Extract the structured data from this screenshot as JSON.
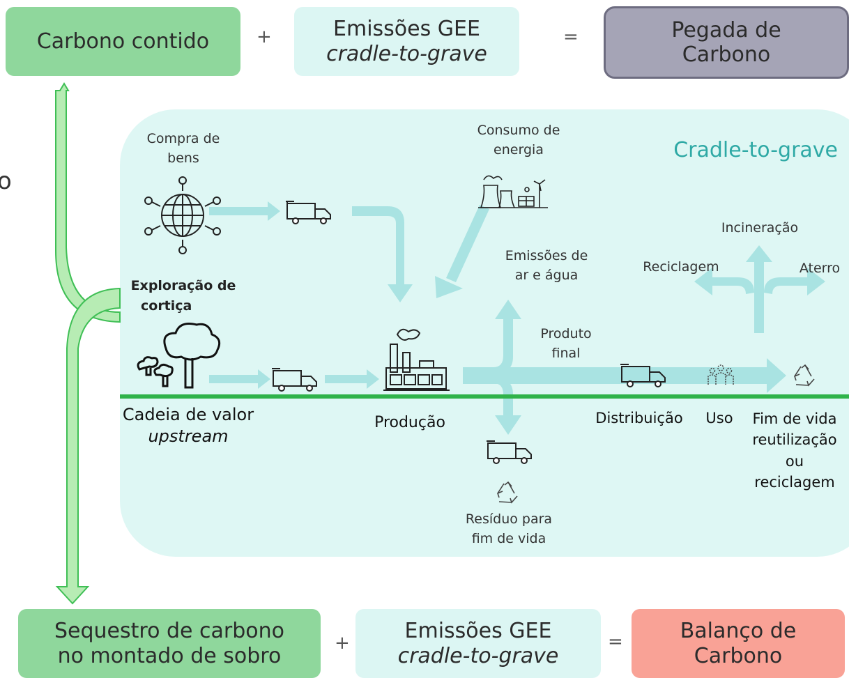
{
  "top": {
    "box1": "Carbono contido",
    "plus": "+",
    "box2_line1": "Emissões GEE",
    "box2_line2": "cradle-to-grave",
    "equals": "=",
    "box3_line1": "Pegada de",
    "box3_line2": "Carbono"
  },
  "bottom": {
    "box1_line1": "Sequestro de carbono",
    "box1_line2": "no montado de sobro",
    "plus": "+",
    "box2_line1": "Emissões GEE",
    "box2_line2": "cradle-to-grave",
    "equals": "=",
    "box3_line1": "Balanço de",
    "box3_line2": "Carbono"
  },
  "stray_char": "o",
  "panel": {
    "title": "Cradle-to-grave",
    "compra_line1": "Compra de",
    "compra_line2": "bens",
    "energia_line1": "Consumo de",
    "energia_line2": "energia",
    "emissoes_line1": "Emissões de",
    "emissoes_line2": "ar e água",
    "exploracao_line1": "Exploração de",
    "exploracao_line2": "cortiça",
    "produto_line1": "Produto",
    "produto_line2": "final",
    "incineracao": "Incineração",
    "reciclagem": "Reciclagem",
    "aterro": "Aterro",
    "residuo_line1": "Resíduo para",
    "residuo_line2": "fim de vida",
    "cadeia_line1": "Cadeia de valor",
    "cadeia_line2": "upstream",
    "producao": "Produção",
    "distribuicao": "Distribuição",
    "uso": "Uso",
    "fim_line1": "Fim de vida",
    "fim_line2": "reutilização",
    "fim_line3": "ou",
    "fim_line4": "reciclagem"
  },
  "colors": {
    "green_box": "#8fd79c",
    "aqua_box": "#dcf6f3",
    "grey_box": "#a5a4b6",
    "red_box": "#f9a296",
    "panel": "#def7f4",
    "flow_arrow": "#a9e3e2",
    "baseline": "#2fb34a",
    "title_teal": "#2ea9a5"
  }
}
